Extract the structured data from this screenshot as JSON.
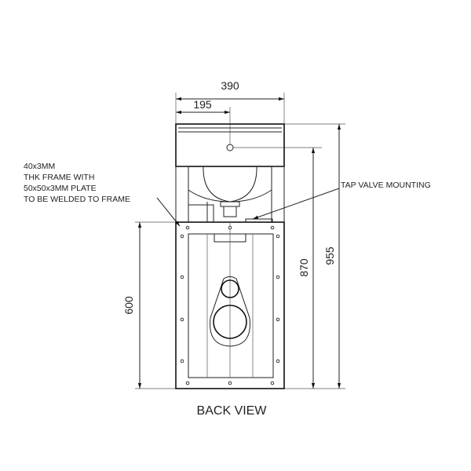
{
  "drawing": {
    "title": "BACK VIEW",
    "dimensions": {
      "overall_width": "390",
      "half_width": "195",
      "cabinet_height": "600",
      "tap_height": "870",
      "overall_height": "955"
    },
    "notes": {
      "frame_note": [
        "40x3MM",
        "THK FRAME WITH",
        "50x50x3MM PLATE",
        "TO BE WELDED TO FRAME"
      ],
      "tap_note": "TAP VALVE MOUNTING"
    }
  }
}
